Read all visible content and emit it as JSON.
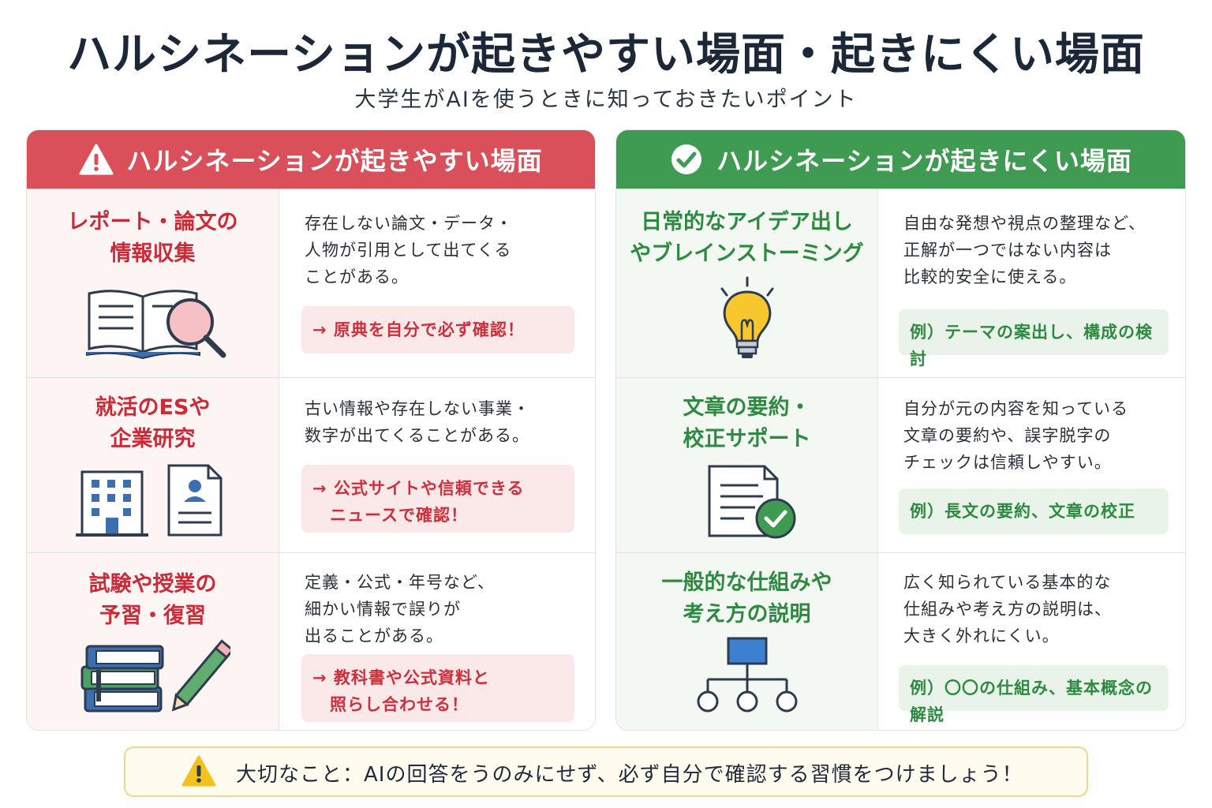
{
  "title": "ハルシネーションが起きやすい場面・起きにくい場面",
  "subtitle": "大学生がAIを使うときに知っておきたいポイント",
  "colors": {
    "risk": "#d9505a",
    "safe": "#3f9a52",
    "note": "#f0d58a"
  },
  "left_panel": {
    "heading": "ハルシネーションが起きやすい場面",
    "heading_icon": "warning-icon",
    "rows": [
      {
        "title": "レポート・論文の\n情報収集",
        "icon": "book-magnifier-icon",
        "description": "存在しない論文・データ・\n人物が引用として出てくる\nことがある。",
        "tip": "→ 原典を自分で必ず確認！"
      },
      {
        "title": "就活のESや\n企業研究",
        "icon": "building-document-icon",
        "description": "古い情報や存在しない事業・\n数字が出てくることがある。",
        "tip": "→ 公式サイトや信頼できる\n　ニュースで確認！"
      },
      {
        "title": "試験や授業の\n予習・復習",
        "icon": "books-pencil-icon",
        "description": "定義・公式・年号など、\n細かい情報で誤りが\n出ることがある。",
        "tip": "→ 教科書や公式資料と\n　照らし合わせる！"
      }
    ]
  },
  "right_panel": {
    "heading": "ハルシネーションが起きにくい場面",
    "heading_icon": "check-circle-icon",
    "rows": [
      {
        "title": "日常的なアイデア出し\nやブレインストーミング",
        "icon": "lightbulb-icon",
        "description": "自由な発想や視点の整理など、\n正解が一つではない内容は\n比較的安全に使える。",
        "tip": "例）テーマの案出し、構成の検討"
      },
      {
        "title": "文章の要約・\n校正サポート",
        "icon": "document-check-icon",
        "description": "自分が元の内容を知っている\n文章の要約や、誤字脱字の\nチェックは信頼しやすい。",
        "tip": "例）長文の要約、文章の校正"
      },
      {
        "title": "一般的な仕組みや\n考え方の説明",
        "icon": "hierarchy-icon",
        "description": "広く知られている基本的な\n仕組みや考え方の説明は、\n大きく外れにくい。",
        "tip": "例）〇〇の仕組み、基本概念の解説"
      }
    ]
  },
  "footer": {
    "icon": "warning-icon",
    "text": "大切なこと：AIの回答をうのみにせず、必ず自分で確認する習慣をつけましょう！"
  }
}
